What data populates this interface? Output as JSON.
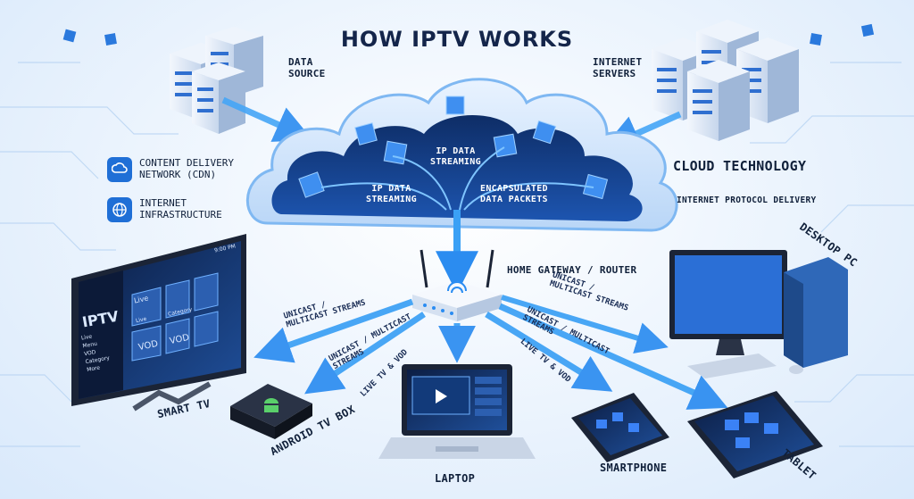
{
  "title": "HOW IPTV WORKS",
  "labels": {
    "data_source": [
      "DATA",
      "SOURCE"
    ],
    "internet_servers": [
      "INTERNET",
      "SERVERS"
    ],
    "cloud_technology": "CLOUD TECHNOLOGY",
    "internet_protocol_delivery": "INTERNET PROTOCOL DELIVERY",
    "home_gateway": "HOME GATEWAY / ROUTER",
    "desktop_pc": "DESKTOP PC",
    "smart_tv": "SMART TV",
    "android_tv_box": "ANDROID TV BOX",
    "laptop": "LAPTOP",
    "smartphone": "SMARTPHONE",
    "tablet": "TABLET"
  },
  "cloud_labels": {
    "ip_streaming_center": [
      "IP DATA",
      "STREAMING"
    ],
    "ip_streaming_left": [
      "IP DATA",
      "STREAMING"
    ],
    "encapsulated": [
      "ENCAPSULATED",
      "DATA PACKETS"
    ]
  },
  "legend": [
    {
      "icon": "cdn-icon",
      "lines": [
        "CONTENT DELIVERY",
        "NETWORK (CDN)"
      ]
    },
    {
      "icon": "globe-icon",
      "lines": [
        "INTERNET",
        "INFRASTRUCTURE"
      ]
    }
  ],
  "stream_labels": {
    "left_upper": [
      "UNICAST /",
      "MULTICAST STREAMS"
    ],
    "left_mid": [
      "UNICAST / MULTICAST",
      "STREAMS"
    ],
    "left_live": "LIVE TV & VOD",
    "right_upper": [
      "UNICAST /",
      "MULTICAST STREAMS"
    ],
    "right_mid": [
      "UNICAST / MULTICAST",
      "STREAMS"
    ],
    "right_live": "LIVE TV & VOD"
  },
  "tv_screen": {
    "brand": "IPTV",
    "clock": "9:00 PM",
    "menu": [
      "Live",
      "Menu",
      "VOD",
      "Category",
      "More"
    ],
    "tile_labels": [
      "Live",
      "Category",
      "VOD",
      "VOD"
    ],
    "header": "Live"
  },
  "colors": {
    "accent": "#1f6fd6",
    "arrow": "#3aa0f5",
    "cloud_fill": "#123a7a",
    "device_dark": "#1b2436"
  }
}
